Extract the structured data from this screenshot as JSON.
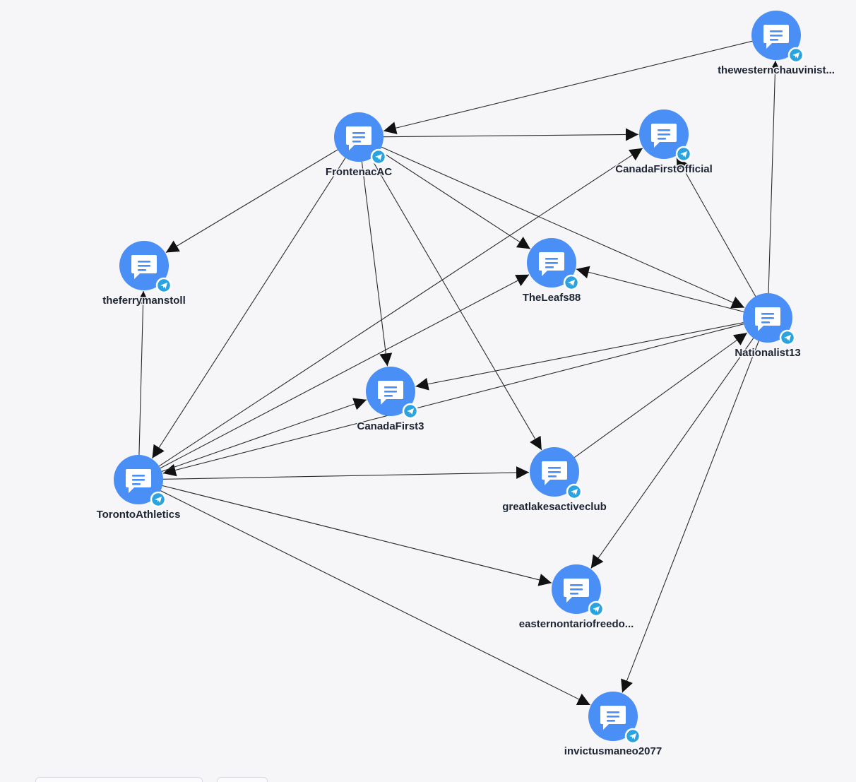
{
  "colors": {
    "node_fill": "#4a8ff5",
    "badge_fill": "#2aa3df",
    "badge_stroke": "#ffffff",
    "edge": "#2b2b2b",
    "label": "#1d2433"
  },
  "node_icon": "chat-message-icon",
  "badge_icon": "telegram-icon",
  "nodes": [
    {
      "id": "thewesternchauvinist",
      "label": "thewesternchauvinist..."
    },
    {
      "id": "FrontenacAC",
      "label": "FrontenacAC"
    },
    {
      "id": "CanadaFirstOfficial",
      "label": "CanadaFirstOfficial"
    },
    {
      "id": "theferrymanstoll",
      "label": "theferrymanstoll"
    },
    {
      "id": "TheLeafs88",
      "label": "TheLeafs88"
    },
    {
      "id": "Nationalist13",
      "label": "Nationalist13"
    },
    {
      "id": "CanadaFirst3",
      "label": "CanadaFirst3"
    },
    {
      "id": "TorontoAthletics",
      "label": "TorontoAthletics"
    },
    {
      "id": "greatlakesactiveclub",
      "label": "greatlakesactiveclub"
    },
    {
      "id": "easternontariofreedom",
      "label": "easternontariofreedo..."
    },
    {
      "id": "invictusmaneo2077",
      "label": "invictusmaneo2077"
    }
  ],
  "edges": [
    {
      "from": "thewesternchauvinist",
      "to": "FrontenacAC"
    },
    {
      "from": "Nationalist13",
      "to": "thewesternchauvinist"
    },
    {
      "from": "FrontenacAC",
      "to": "CanadaFirstOfficial"
    },
    {
      "from": "FrontenacAC",
      "to": "theferrymanstoll"
    },
    {
      "from": "FrontenacAC",
      "to": "TorontoAthletics"
    },
    {
      "from": "FrontenacAC",
      "to": "CanadaFirst3"
    },
    {
      "from": "FrontenacAC",
      "to": "TheLeafs88"
    },
    {
      "from": "FrontenacAC",
      "to": "greatlakesactiveclub"
    },
    {
      "from": "FrontenacAC",
      "to": "Nationalist13"
    },
    {
      "from": "Nationalist13",
      "to": "CanadaFirstOfficial"
    },
    {
      "from": "Nationalist13",
      "to": "TheLeafs88"
    },
    {
      "from": "Nationalist13",
      "to": "CanadaFirst3"
    },
    {
      "from": "Nationalist13",
      "to": "TorontoAthletics"
    },
    {
      "from": "Nationalist13",
      "to": "easternontariofreedom"
    },
    {
      "from": "Nationalist13",
      "to": "invictusmaneo2077"
    },
    {
      "from": "greatlakesactiveclub",
      "to": "Nationalist13"
    },
    {
      "from": "TorontoAthletics",
      "to": "theferrymanstoll"
    },
    {
      "from": "TorontoAthletics",
      "to": "CanadaFirstOfficial"
    },
    {
      "from": "TorontoAthletics",
      "to": "TheLeafs88"
    },
    {
      "from": "TorontoAthletics",
      "to": "CanadaFirst3"
    },
    {
      "from": "TorontoAthletics",
      "to": "greatlakesactiveclub"
    },
    {
      "from": "TorontoAthletics",
      "to": "easternontariofreedom"
    },
    {
      "from": "TorontoAthletics",
      "to": "invictusmaneo2077"
    }
  ]
}
